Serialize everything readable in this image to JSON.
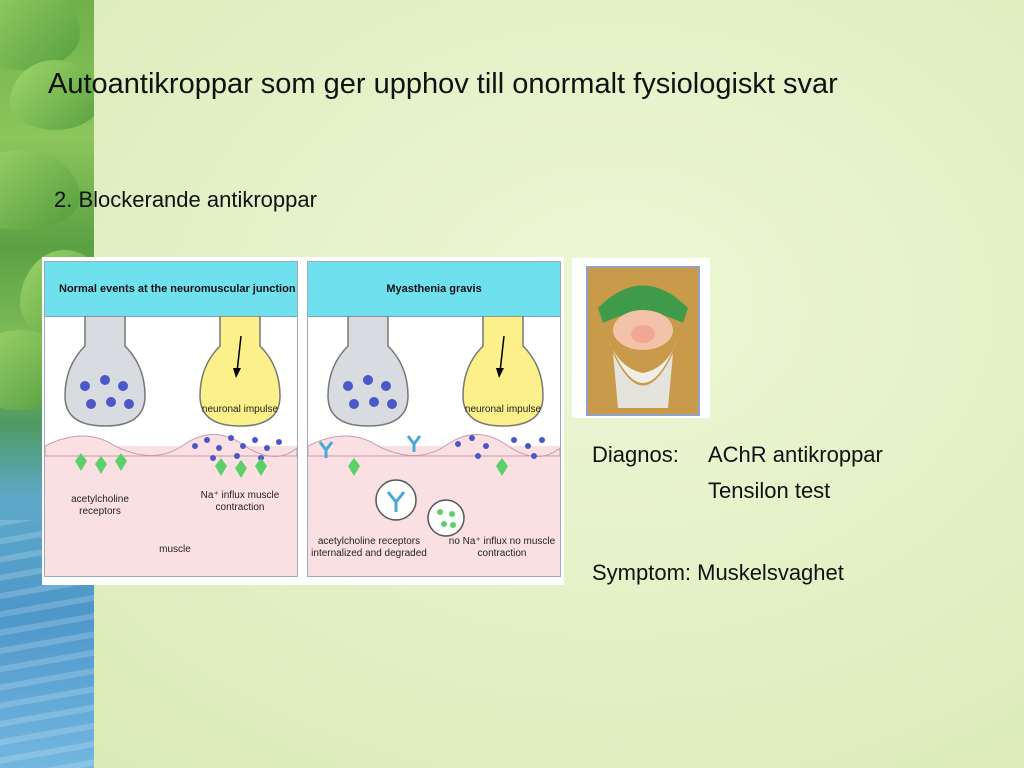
{
  "slide": {
    "title": "Autoantikroppar som ger upphov till onormalt fysiologiskt svar",
    "subtitle": "2. Blockerande antikroppar"
  },
  "diagram": {
    "left_panel": {
      "header": "Normal events at the neuromuscular junction",
      "impulse_label": "neuronal impulse",
      "receptor_label": "acetylcholine receptors",
      "influx_label": "Na⁺ influx muscle contraction",
      "muscle_label": "muscle"
    },
    "right_panel": {
      "header": "Myasthenia gravis",
      "impulse_label": "neuronal impulse",
      "internalized_label": "acetylcholine receptors internalized and degraded",
      "no_influx_label": "no Na⁺ influx no muscle contraction"
    }
  },
  "info": {
    "diagnosis_label": "Diagnos:",
    "diagnosis_value_1": "AChR antikroppar",
    "diagnosis_value_2": "Tensilon test",
    "symptom": "Symptom: Muskelsvaghet"
  }
}
